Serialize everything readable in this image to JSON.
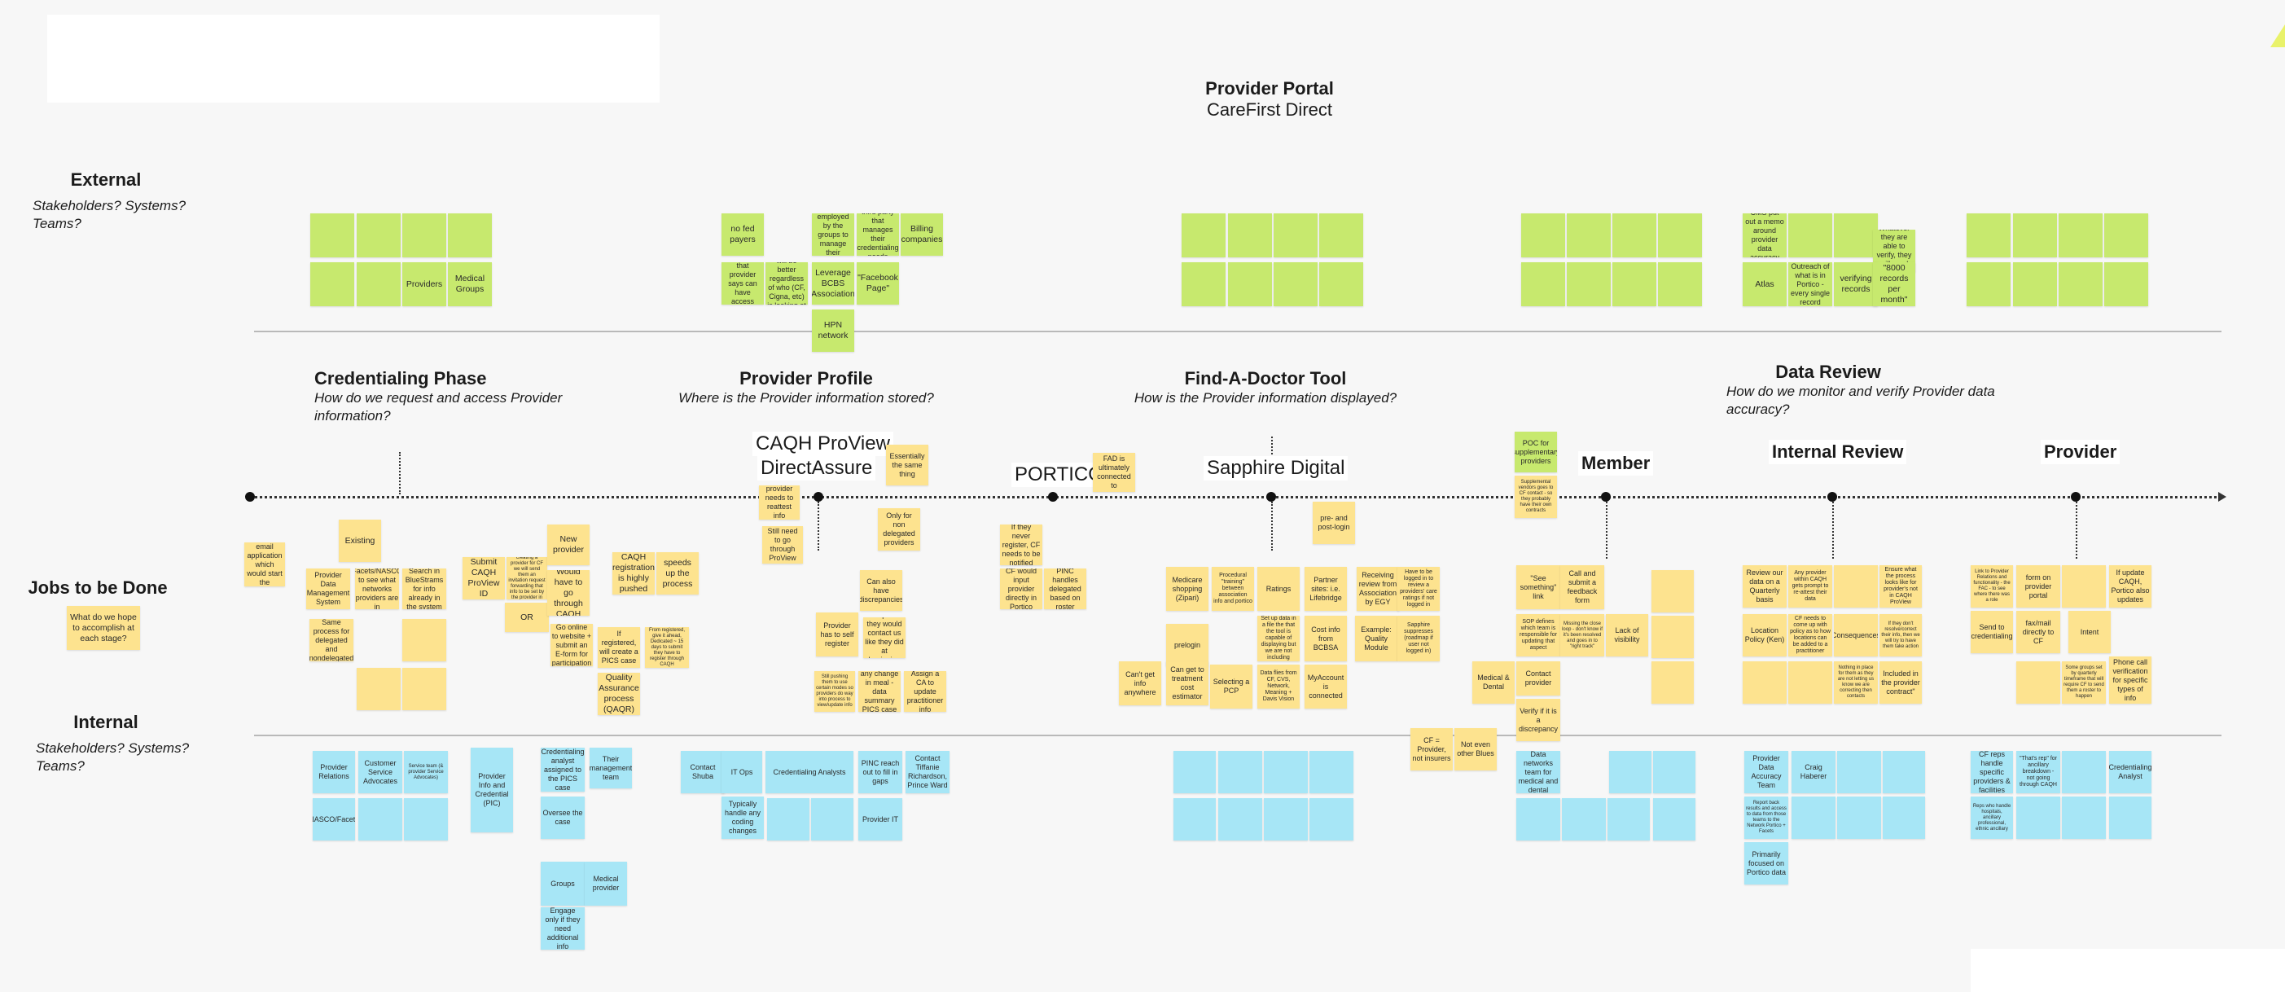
{
  "header": {
    "title": "Provider Portal",
    "subtitle": "CareFirst Direct"
  },
  "rows": {
    "external": {
      "label": "External",
      "sub": "Stakeholders? Systems? Teams?"
    },
    "jobs": {
      "label": "Jobs to be Done",
      "note": "What do we hope to accomplish at each stage?"
    },
    "internal": {
      "label": "Internal",
      "sub": "Stakeholders? Systems? Teams?"
    }
  },
  "phases": {
    "credentialing": {
      "title": "Credentialing Phase",
      "question": "How do we request and access Provider information?"
    },
    "profile": {
      "title": "Provider Profile",
      "question": "Where is the Provider information stored?"
    },
    "fad": {
      "title": "Find-A-Doctor Tool",
      "question": "How is the Provider information displayed?"
    },
    "review": {
      "title": "Data Review",
      "question": "How do we monitor and verify Provider data accuracy?"
    }
  },
  "systems": {
    "caqh": "CAQH ProView",
    "directassure": "DirectAssure",
    "portico": "PORTICO",
    "sapphire": "Sapphire Digital",
    "member": "Member",
    "internal_review": "Internal Review",
    "provider": "Provider"
  },
  "notes": {
    "ext_providers": "Providers",
    "ext_medical_groups": "Medical Groups",
    "ext_no_fed_payers": "no fed payers",
    "ext_all_insurers": "All insurance companies that provider says can have access access CAQH to info",
    "ext_caqh_will_be": "CAQH ID will be better regardless of who (CF, Cigna, etc) is looking at it",
    "ext_someone_employed": "Someone employed by the groups to manage their profiles",
    "ext_leverage_bcbs": "Leverage BCBS Association",
    "ext_hpn_network": "HPN network",
    "ext_third_party": "third party that manages their credentialing needs",
    "ext_billing": "Billing companies",
    "ext_facebook_page": "\"Facebook Page\"",
    "ext_cms_put_out": "CMS put out a memo around provider data accuracy",
    "ext_whatever_they": "Whatever they are able to verify, they will send back to us",
    "ext_atlas": "Atlas",
    "ext_outreach": "Outreach of what is in Portico - every single record",
    "ext_verifying": "verifying records",
    "ext_8000": "\"8000 records per month\"",
    "job_fax_email": "Fax or email application which would start the process",
    "job_existing": "Existing",
    "job_provider_data_mgmt": "Provider Data Management System",
    "job_facets": "Facets/NASCO to see what networks providers are in",
    "job_search_in": "Search in BlueStrams for info already in the system",
    "job_same_process": "Same process for delegated and nondelegated",
    "job_submit_caqh": "Submit CAQH ProView ID",
    "job_provider_submit_detail": "If they are creating a provider for CF we will send them an invitation request forwarding that info to be set by the provider in the hub",
    "job_or": "OR",
    "job_new_provider": "New provider",
    "job_would_have": "Would have to go through CAQH",
    "job_go_online": "Go online to website + submit an E-form for participation",
    "job_caqh_reg": "CAQH registration is highly pushed",
    "job_speeds_up": "speeds up the process",
    "job_if_registered": "If registered, will create a PICS case",
    "job_from_registered": "From registered, give it ahead, Dedicated ~ 15 days to submit they have to register through CAQH",
    "job_quality_assurance": "Quality Assurance process (QAQR)",
    "job_provider_needs": "provider needs to reattest info",
    "job_still_need": "Still need to go through ProView",
    "job_essentially": "Essentially the same thing",
    "job_only_non_delegated": "Only for non delegated providers",
    "job_can_also_have": "Can also have discrepancies",
    "job_provider_has_to": "Provider has to self register",
    "job_to_update": "To update they would contact us like they did at beginning",
    "job_still_pushing": "Still pushing them to use certain modes so providers do way into process to view/update info",
    "job_any_change": "any change in meal - data summary PICS case",
    "job_assign_ca": "Assign a CA to update practitioner info",
    "job_fad_ultimately": "FAD is ultimately connected to",
    "job_if_they_never": "If they never register, CF needs to be notified",
    "job_cf_would_input": "CF would input provider directly in Portico",
    "job_pinc_handles": "PINC handles delegated based on roster",
    "job_medicare_shopping": "Medicare shopping (Zipari)",
    "job_procedural_training": "Procedural \"training\" between association info and portico",
    "job_ratings": "Ratings",
    "job_partner_sites": "Partner sites: i.e. Lifebridge",
    "job_receiving_review": "Receiving review from Association by EGY",
    "job_have_to_be_logged": "Have to be logged in to review a providers' care ratings if not logged in",
    "job_pre_post_login": "pre- and post-login",
    "job_prelogin": "prelogin",
    "job_set_up_data": "Set up data in a file the that the tool is capable of displaying but we are not including",
    "job_cost_info": "Cost info from BCBSA",
    "job_example_quality": "Example: Quality Module",
    "job_sapphire_suppresses": "Sapphire suppresses (roadmap if user not logged in)",
    "job_cant_get_info": "Can't get info anywhere",
    "job_can_get_treatment": "Can get to treatment cost estimator",
    "job_selecting_pcp": "Selecting a PCP",
    "job_data_flies": "Data flies from CF, CVS, Network, Meaning + Davis Vision",
    "job_myaccount": "MyAccount is connected",
    "job_poc_for_supp": "POC for supplementary providers",
    "job_supplemental": "Supplemental vendors goes to CF contact - so they probably have their own contracts",
    "job_see_something": "\"See something\" link",
    "job_call_and_submit": "Call and submit a feedback form",
    "job_sop_defines": "SOP defines which team is responsible for updating that aspect",
    "job_missing_the_case": "Missing the close loop - don't know if it's been resolved and goes in to \"right track\"",
    "job_lack_of_visibility": "Lack of visibility",
    "job_medical_dental": "Medical & Dental",
    "job_contact_provider": "Contact provider",
    "job_verify_discrepancy": "Verify if it is a discrepancy",
    "job_cf_provider": "CF = Provider, not insurers",
    "job_not_even_blues": "Not even other Blues",
    "job_review_our_data": "Review our data on a Quarterly basis",
    "job_any_provider": "Any provider within CAQH gets prompt to re-attest their data",
    "job_ensure_what": "Ensure what the process looks like for provider's not in CAQH ProView",
    "job_location_policy": "Location Policy (Ken)",
    "job_cf_needs": "CF needs to come up with policy as to how locations can be added to a practitioner",
    "job_consequences": "Consequences",
    "job_if_they_dont": "If they don't resolve/correct their info, then we will try to have them take action",
    "job_nothing_in_place": "Nothing in place for them as they are not letting us know we are correcting then contacts",
    "job_included_contract": "Included in the provider contract\"",
    "job_link_to_provider": "Link to Provider Relations and functionality - the FAC - to see where there was a role",
    "job_form_on_portal": "form on provider portal",
    "job_if_update_caqh": "If update CAQH, Portico also updates",
    "job_send_to_cred": "Send to credentialing",
    "job_fax_mail_cf": "fax/mail directly to CF",
    "job_intent": "Intent",
    "job_some_groups": "Some groups set by quarterly timeframe that will require CF to send them a roster to happen",
    "job_phone_call_verify": "Phone call verification for specific types of info",
    "int_provider_relations": "Provider Relations",
    "int_customer_service": "Customer Service Advocates",
    "int_service_team": "Service team (& provider Service Advocates)",
    "int_nasco_facets": "NASCO/Facets",
    "int_provider_info_cred": "Provider Info and Credential (PIC)",
    "int_cred_analyst": "Credentialing analyst assigned to the PICS case",
    "int_their_mgmt_team": "Their management team",
    "int_oversee_case": "Oversee the case",
    "int_groups": "Groups",
    "int_medical_provider": "Medical provider",
    "int_engage_only": "Engage only if they need additional info",
    "int_contact_shuba": "Contact Shuba",
    "int_it_ops": "IT Ops",
    "int_typically_handle": "Typically handle any coding changes",
    "int_cred_analysts": "Credentialing Analysts",
    "int_pinc_reach": "PINC reach out to fill in gaps",
    "int_contact_tiffanie": "Contact Tiffanie Richardson, Prince Ward",
    "int_provider_it": "Provider IT",
    "int_data_networks": "Data networks team for medical and dental",
    "int_pdat": "Provider Data Accuracy Team",
    "int_craig": "Craig Haberer",
    "int_report_back": "Report back results and access to data from those teams to the Network Portico + Facets",
    "int_primarily_portico": "Primarily focused on Portico data",
    "int_cf_reps": "CF reps handle specific providers & facilities",
    "int_thats_rep": "\"That's rep\" for ancillary breakdown - not going through CAQH",
    "int_reps_handle": "Reps who handle hospitals, ancillary professional, ethnic ancillary",
    "int_cred_analyst2": "Credentialing Analyst"
  },
  "colors": {
    "green": "#c7e96e",
    "yellow": "#fde38f",
    "blue": "#a7e6f6",
    "timeline": "#333333"
  }
}
